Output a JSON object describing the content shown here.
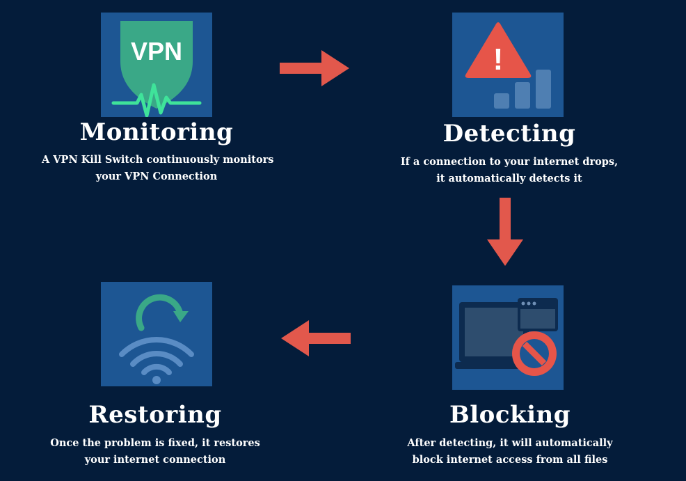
{
  "colors": {
    "background": "#041c3a",
    "tile": "#1d5693",
    "arrow": "#e2584c",
    "shield": "#3aa887",
    "pulse": "#3fe39a",
    "warning": "#e65549"
  },
  "steps": {
    "monitoring": {
      "icon": "vpn-shield-icon",
      "icon_text": "VPN",
      "title": "Monitoring",
      "desc_line1": "A VPN Kill Switch continuously monitors",
      "desc_line2": "your VPN Connection"
    },
    "detecting": {
      "icon": "warning-signal-icon",
      "icon_text": "!",
      "title": "Detecting",
      "desc_line1": "If a connection to your internet drops,",
      "desc_line2": "it automatically detects it"
    },
    "blocking": {
      "icon": "laptop-blocked-icon",
      "title": "Blocking",
      "desc_line1": "After detecting, it will automatically",
      "desc_line2": "block internet access from all files"
    },
    "restoring": {
      "icon": "wifi-restore-icon",
      "title": "Restoring",
      "desc_line1": "Once the problem is fixed, it restores",
      "desc_line2": "your internet connection"
    }
  },
  "arrows": [
    "arrow-right-icon",
    "arrow-down-icon",
    "arrow-left-icon"
  ]
}
